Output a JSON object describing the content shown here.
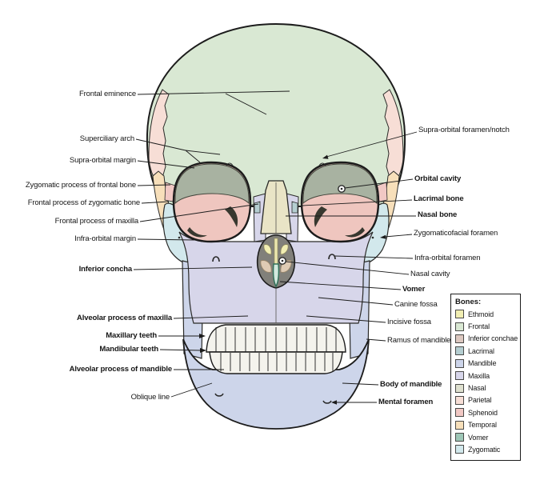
{
  "labels": {
    "left": [
      {
        "text": "Frontal eminence",
        "bold": false
      },
      {
        "text": "Superciliary arch",
        "bold": false
      },
      {
        "text": "Supra-orbital margin",
        "bold": false
      },
      {
        "text": "Zygomatic process of frontal bone",
        "bold": false
      },
      {
        "text": "Frontal process of zygomatic bone",
        "bold": false
      },
      {
        "text": "Frontal process of maxilla",
        "bold": false
      },
      {
        "text": "Infra-orbital margin",
        "bold": false
      },
      {
        "text": "Inferior concha",
        "bold": true
      },
      {
        "text": "Alveolar process of maxilla",
        "bold": true
      },
      {
        "text": "Maxillary teeth",
        "bold": true
      },
      {
        "text": "Mandibular teeth",
        "bold": true
      },
      {
        "text": "Alveolar process of mandible",
        "bold": true
      },
      {
        "text": "Oblique line",
        "bold": false
      }
    ],
    "right": [
      {
        "text": "Supra-orbital foramen/notch",
        "bold": false
      },
      {
        "text": "Orbital cavity",
        "bold": true
      },
      {
        "text": "Lacrimal bone",
        "bold": true
      },
      {
        "text": "Nasal bone",
        "bold": true
      },
      {
        "text": "Zygomaticofacial foramen",
        "bold": false
      },
      {
        "text": "Infra-orbital foramen",
        "bold": false
      },
      {
        "text": "Nasal cavity",
        "bold": false
      },
      {
        "text": "Vomer",
        "bold": true
      },
      {
        "text": "Canine fossa",
        "bold": false
      },
      {
        "text": "Incisive fossa",
        "bold": false
      },
      {
        "text": "Ramus of mandible",
        "bold": false
      },
      {
        "text": "Body of mandible",
        "bold": true
      },
      {
        "text": "Mental foramen",
        "bold": true
      }
    ]
  },
  "legend": {
    "title": "Bones:",
    "items": [
      {
        "label": "Ethmoid",
        "color": "#f1eeb2"
      },
      {
        "label": "Frontal",
        "color": "#d9e8d3"
      },
      {
        "label": "Inferior conchae",
        "color": "#dcc8c0"
      },
      {
        "label": "Lacrimal",
        "color": "#b5ced1"
      },
      {
        "label": "Mandible",
        "color": "#cdd5ea"
      },
      {
        "label": "Maxilla",
        "color": "#d7d6ea"
      },
      {
        "label": "Nasal",
        "color": "#dee0cf"
      },
      {
        "label": "Parietal",
        "color": "#f7ded6"
      },
      {
        "label": "Sphenoid",
        "color": "#f1c8c4"
      },
      {
        "label": "Temporal",
        "color": "#f7dfba"
      },
      {
        "label": "Vomer",
        "color": "#9ec7b7"
      },
      {
        "label": "Zygomatic",
        "color": "#d2e8ec"
      }
    ]
  }
}
